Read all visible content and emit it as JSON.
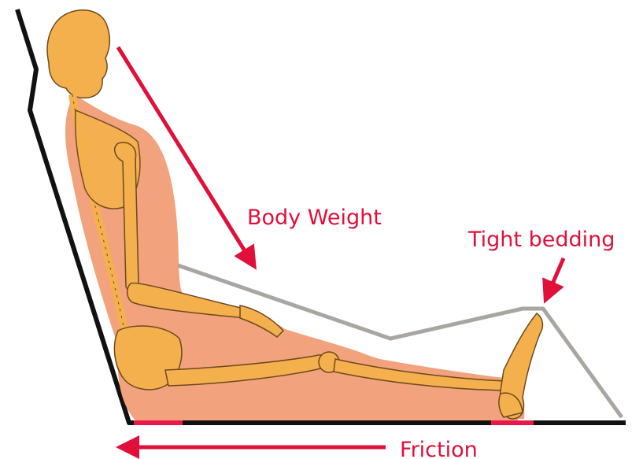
{
  "labels": {
    "body_weight": "Body Weight",
    "tight_bedding": "Tight bedding",
    "friction": "Friction"
  },
  "colors": {
    "skin": "#F2A27C",
    "bone": "#F5B04E",
    "bone_outline": "#6B4A1E",
    "bed": "#111111",
    "bedding": "#A9A6A2",
    "red": "#E0103A",
    "friction_marker": "#E8194A"
  },
  "icons": {
    "skeleton": "skeleton-figure-icon",
    "arrow": "arrow-icon"
  }
}
